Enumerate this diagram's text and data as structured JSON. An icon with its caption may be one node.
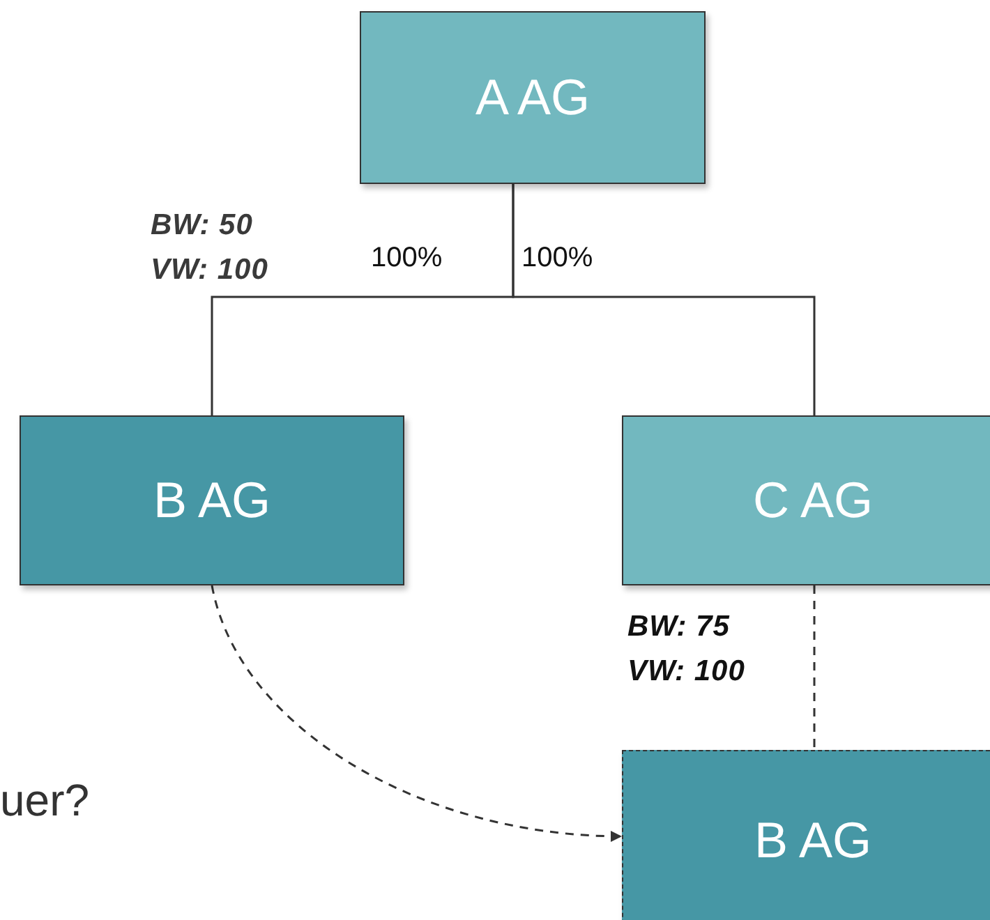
{
  "diagram": {
    "nodes": [
      {
        "text": [
          "A AG"
        ]
      },
      {
        "text": [
          "B AG"
        ]
      },
      {
        "text": [
          "C AG"
        ]
      },
      {
        "text": [
          "B AG"
        ]
      }
    ],
    "edges": [
      {
        "from": 0,
        "to": 1,
        "arrow": "none",
        "label": "100%"
      },
      {
        "from": 0,
        "to": 2,
        "arrow": "none",
        "label": "100%"
      },
      {
        "from": 2,
        "to": 3,
        "arrow": "none",
        "style": "dashed"
      },
      {
        "from": 1,
        "to": 3,
        "arrow": "to",
        "style": "dashed"
      }
    ],
    "labels": [
      "BW: 50",
      "VW: 100",
      "BW: 75",
      "VW: 100",
      "uer?"
    ]
  }
}
